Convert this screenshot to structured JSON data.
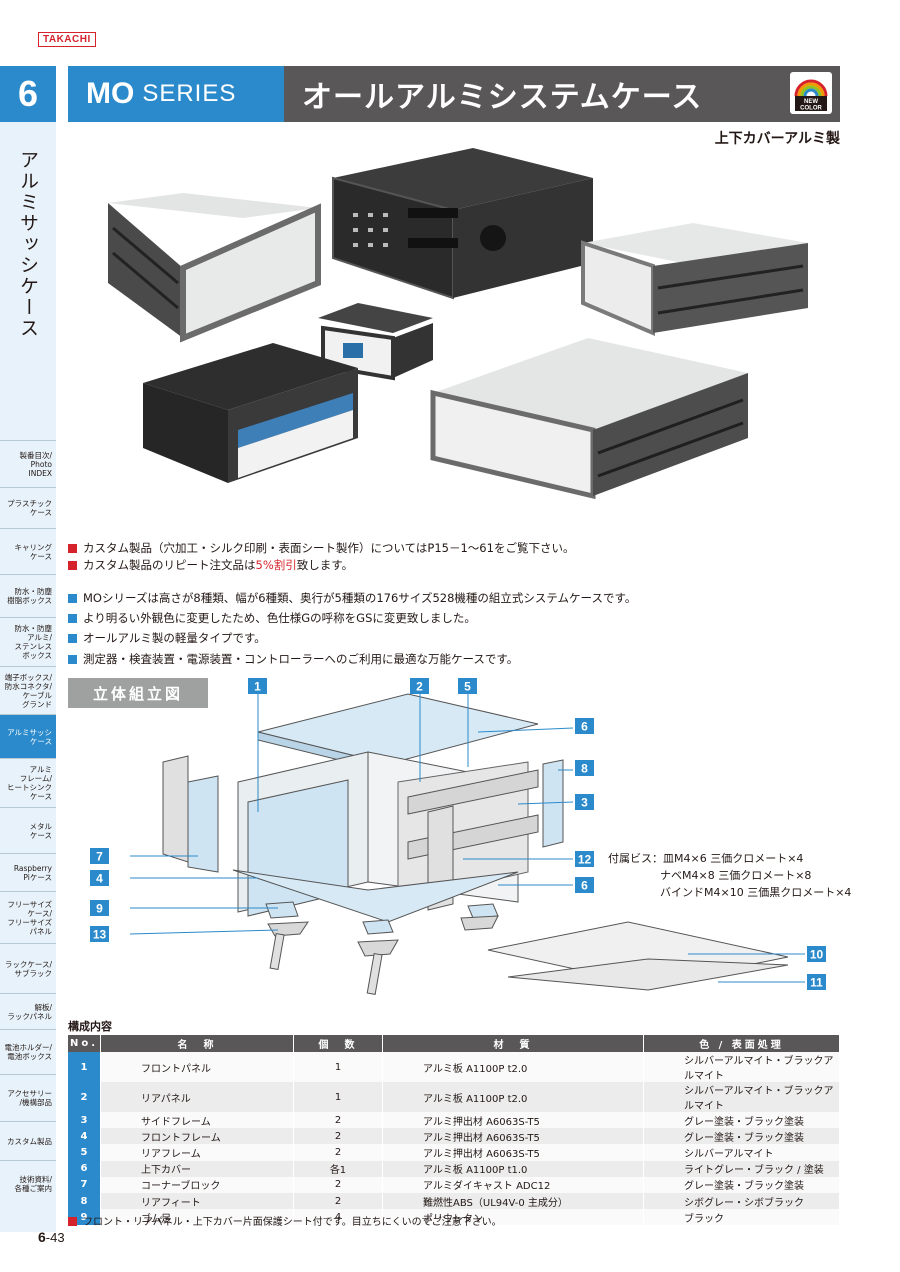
{
  "brand": {
    "logo": "TAKACHI"
  },
  "sidebar": {
    "chapter": "6",
    "title": "アルミサッシケース",
    "items": [
      {
        "label": "製番目次/\nPhoto\nINDEX",
        "active": false
      },
      {
        "label": "プラスチック\nケース",
        "active": false
      },
      {
        "label": "キャリング\nケース",
        "active": false
      },
      {
        "label": "防水・防塵\n樹脂ボックス",
        "active": false
      },
      {
        "label": "防水・防塵\nアルミ/\nステンレス\nボックス",
        "active": false
      },
      {
        "label": "端子ボックス/\n防水コネクタ/\nケーブル\nグランド",
        "active": false
      },
      {
        "label": "アルミサッシ\nケース",
        "active": true
      },
      {
        "label": "アルミ\nフレーム/\nヒートシンク\nケース",
        "active": false
      },
      {
        "label": "メタル\nケース",
        "active": false
      },
      {
        "label": "Raspberry\nPiケース",
        "active": false
      },
      {
        "label": "フリーサイズ\nケース/\nフリーサイズ\nパネル",
        "active": false
      },
      {
        "label": "ラックケース/\nサブラック",
        "active": false
      },
      {
        "label": "解板/\nラックパネル",
        "active": false
      },
      {
        "label": "電池ホルダー/\n電池ボックス",
        "active": false
      },
      {
        "label": "アクセサリー\n/機構部品",
        "active": false
      },
      {
        "label": "カスタム製品",
        "active": false
      },
      {
        "label": "技術資料/\n各種ご案内",
        "active": false
      }
    ]
  },
  "header": {
    "series_bold": "MO",
    "series_light": "SERIES",
    "title": "オールアルミシステムケース",
    "badge_top": "NEW",
    "badge_bottom": "COLOR",
    "subtitle": "上下カバーアルミ製"
  },
  "notes": {
    "custom1": "カスタム製品（穴加工・シルク印刷・表面シート製作）についてはP15－1～61をご覧下さい。",
    "custom2_pre": "カスタム製品のリピート注文品は",
    "custom2_em": "5%割引",
    "custom2_post": "致します。",
    "feat1": "MOシリーズは高さが8種類、幅が6種類、奥行が5種類の176サイズ528機種の組立式システムケースです。",
    "feat2": "より明るい外観色に変更したため、色仕様Gの呼称をGSに変更致しました。",
    "feat3": "オールアルミ製の軽量タイプです。",
    "feat4": "測定器・検査装置・電源装置・コントローラーへのご利用に最適な万能ケースです。"
  },
  "diagram": {
    "label": "立体組立図",
    "callouts": [
      "1",
      "2",
      "5",
      "6",
      "8",
      "3",
      "7",
      "12",
      "4",
      "6",
      "9",
      "13",
      "10",
      "11"
    ],
    "accessory_line1": "付属ビス：皿M4×6 三価クロメート×4",
    "accessory_line2": "ナベM4×8 三価クロメート×8",
    "accessory_line3": "バインドM4×10 三価黒クロメート×4"
  },
  "parts": {
    "title": "構成内容",
    "headers": [
      "No.",
      "名　称",
      "個　数",
      "材　質",
      "色 / 表面処理"
    ],
    "rows": [
      [
        "1",
        "フロントパネル",
        "1",
        "アルミ板 A1100P t2.0",
        "シルバーアルマイト・ブラックアルマイト"
      ],
      [
        "2",
        "リアパネル",
        "1",
        "アルミ板 A1100P t2.0",
        "シルバーアルマイト・ブラックアルマイト"
      ],
      [
        "3",
        "サイドフレーム",
        "2",
        "アルミ押出材 A6063S-T5",
        "グレー塗装・ブラック塗装"
      ],
      [
        "4",
        "フロントフレーム",
        "2",
        "アルミ押出材 A6063S-T5",
        "グレー塗装・ブラック塗装"
      ],
      [
        "5",
        "リアフレーム",
        "2",
        "アルミ押出材 A6063S-T5",
        "シルバーアルマイト"
      ],
      [
        "6",
        "上下カバー",
        "各1",
        "アルミ板 A1100P t1.0",
        "ライトグレー・ブラック / 塗装"
      ],
      [
        "7",
        "コーナーブロック",
        "2",
        "アルミダイキャスト ADC12",
        "グレー塗装・ブラック塗装"
      ],
      [
        "8",
        "リアフィート",
        "2",
        "難燃性ABS（UL94V-0 主成分）",
        "シボグレー・シボブラック"
      ],
      [
        "9",
        "ゴム足",
        "4",
        "ポリウレタン",
        "ブラック"
      ]
    ],
    "footnote": "フロント・リアパネル・上下カバー片面保護シート付です。目立ちにくいのでご注意下さい。"
  },
  "page": {
    "chapter": "6",
    "number": "-43"
  },
  "colors": {
    "accent_blue": "#2b8acb",
    "dark_gray": "#595757",
    "red": "#d6232b"
  }
}
